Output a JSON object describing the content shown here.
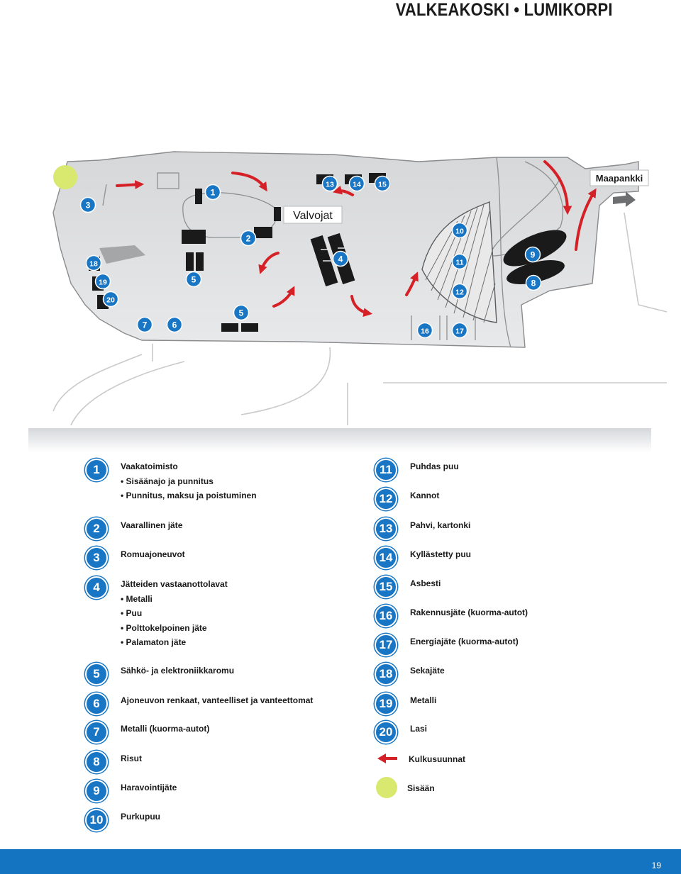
{
  "header": {
    "title": "VALKEAKOSKI • LUMIKORPI"
  },
  "map": {
    "labels": {
      "valvojat": "Valvojat",
      "maapankki": "Maapankki"
    },
    "markers": [
      "1",
      "2",
      "3",
      "4",
      "5",
      "5",
      "6",
      "7",
      "8",
      "9",
      "10",
      "11",
      "12",
      "13",
      "14",
      "15",
      "16",
      "17",
      "18",
      "19",
      "20"
    ],
    "colors": {
      "badge": "#1976c4",
      "arrow": "#d62027",
      "entry": "#d9e86f",
      "ground": "#e3e4e6"
    }
  },
  "legend": {
    "left": [
      {
        "num": "1",
        "label": "Vaakatoimisto",
        "subs": [
          "• Sisäänajo ja punnitus",
          "• Punnitus, maksu ja poistuminen"
        ]
      },
      {
        "num": "2",
        "label": "Vaarallinen jäte",
        "subs": []
      },
      {
        "num": "3",
        "label": "Romuajoneuvot",
        "subs": []
      },
      {
        "num": "4",
        "label": "Jätteiden vastaanottolavat",
        "subs": [
          "• Metalli",
          "• Puu",
          "• Polttokelpoinen jäte",
          "• Palamaton jäte"
        ]
      },
      {
        "num": "5",
        "label": "Sähkö- ja elektroniikkaromu",
        "subs": []
      },
      {
        "num": "6",
        "label": "Ajoneuvon renkaat, vanteelliset ja vanteettomat",
        "subs": []
      },
      {
        "num": "7",
        "label": "Metalli (kuorma-autot)",
        "subs": []
      },
      {
        "num": "8",
        "label": "Risut",
        "subs": []
      },
      {
        "num": "9",
        "label": "Haravointijäte",
        "subs": []
      },
      {
        "num": "10",
        "label": "Purkupuu",
        "subs": []
      }
    ],
    "right": [
      {
        "num": "11",
        "label": "Puhdas puu"
      },
      {
        "num": "12",
        "label": "Kannot"
      },
      {
        "num": "13",
        "label": "Pahvi, kartonki"
      },
      {
        "num": "14",
        "label": "Kyllästetty puu"
      },
      {
        "num": "15",
        "label": "Asbesti"
      },
      {
        "num": "16",
        "label": "Rakennusjäte (kuorma-autot)"
      },
      {
        "num": "17",
        "label": "Energiajäte (kuorma-autot)"
      },
      {
        "num": "18",
        "label": "Sekajäte"
      },
      {
        "num": "19",
        "label": "Metalli"
      },
      {
        "num": "20",
        "label": "Lasi"
      }
    ],
    "arrow_label": "Kulkusuunnat",
    "entry_label": "Sisään"
  },
  "footer": {
    "page": "19"
  }
}
